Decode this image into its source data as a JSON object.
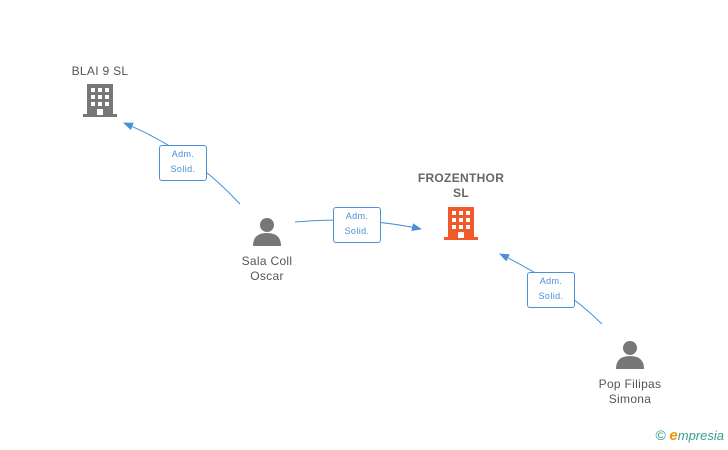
{
  "nodes": {
    "blai": {
      "label": "BLAI 9  SL",
      "type": "company",
      "color": "#777777"
    },
    "frozenthor": {
      "label": "FROZENTHOR\nSL",
      "type": "company",
      "color": "#f05a28"
    },
    "sala": {
      "label": "Sala Coll\nOscar",
      "type": "person",
      "color": "#777777"
    },
    "pop": {
      "label": "Pop Filipas\nSimona",
      "type": "person",
      "color": "#777777"
    }
  },
  "edges": [
    {
      "label": "Adm.\nSolid.",
      "from": "sala",
      "to": "blai"
    },
    {
      "label": "Adm.\nSolid.",
      "from": "sala",
      "to": "frozenthor"
    },
    {
      "label": "Adm.\nSolid.",
      "from": "pop",
      "to": "frozenthor"
    }
  ],
  "footer": {
    "copyright": "©",
    "brand_initial": "e",
    "brand_rest": "mpresia"
  },
  "colors": {
    "edge": "#4a90d9"
  }
}
